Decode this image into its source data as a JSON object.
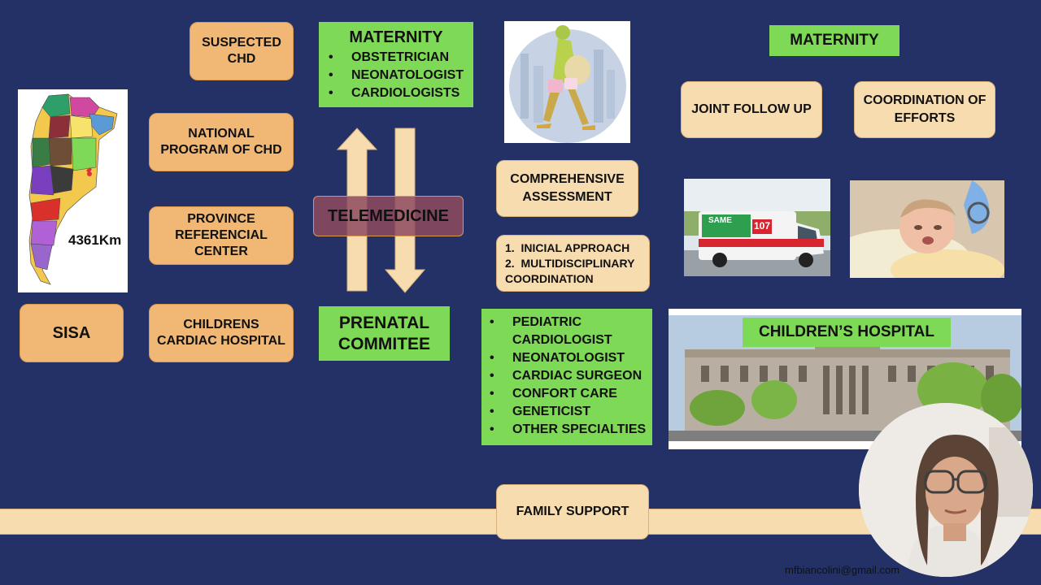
{
  "left_column": {
    "suspected_chd": "SUSPECTED CHD",
    "national_program": "NATIONAL PROGRAM OF CHD",
    "province_center": "PROVINCE REFERENCIAL CENTER",
    "childrens_cardiac": "CHILDRENS CARDIAC HOSPITAL",
    "sisa": "SISA",
    "map_distance": "4361Km"
  },
  "maternity_top": {
    "title": "MATERNITY",
    "items": [
      "OBSTETRICIAN",
      "NEONATOLOGIST",
      "CARDIOLOGISTS"
    ]
  },
  "telemedicine": "TELEMEDICINE",
  "prenatal": {
    "line1": "PRENATAL",
    "line2": "COMMITEE"
  },
  "comprehensive": "COMPREHENSIVE ASSESSMENT",
  "approach": {
    "item1": "1.  INICIAL APPROACH",
    "item2": "2.  MULTIDISCIPLINARY",
    "item2b": "COORDINATION"
  },
  "specialists": [
    "PEDIATRIC CARDIOLOGIST",
    "NEONATOLOGIST",
    "CARDIAC SURGEON",
    "CONFORT CARE",
    "GENETICIST",
    "OTHER SPECIALTIES"
  ],
  "maternity_right": "MATERNITY",
  "joint_follow_up": "JOINT FOLLOW UP",
  "coordination": "COORDINATION OF EFFORTS",
  "ambulance": {
    "brand": "SAME",
    "number": "107"
  },
  "childrens_hospital": "CHILDREN’S HOSPITAL",
  "family_support": "FAMILY SUPPORT",
  "email": "mfbiancolini@gmail.com",
  "colors": {
    "background": "#233166",
    "orange": "#f0b874",
    "cream": "#f7dcb0",
    "green": "#7ed957",
    "telemedicine": "#8e4a5e"
  }
}
